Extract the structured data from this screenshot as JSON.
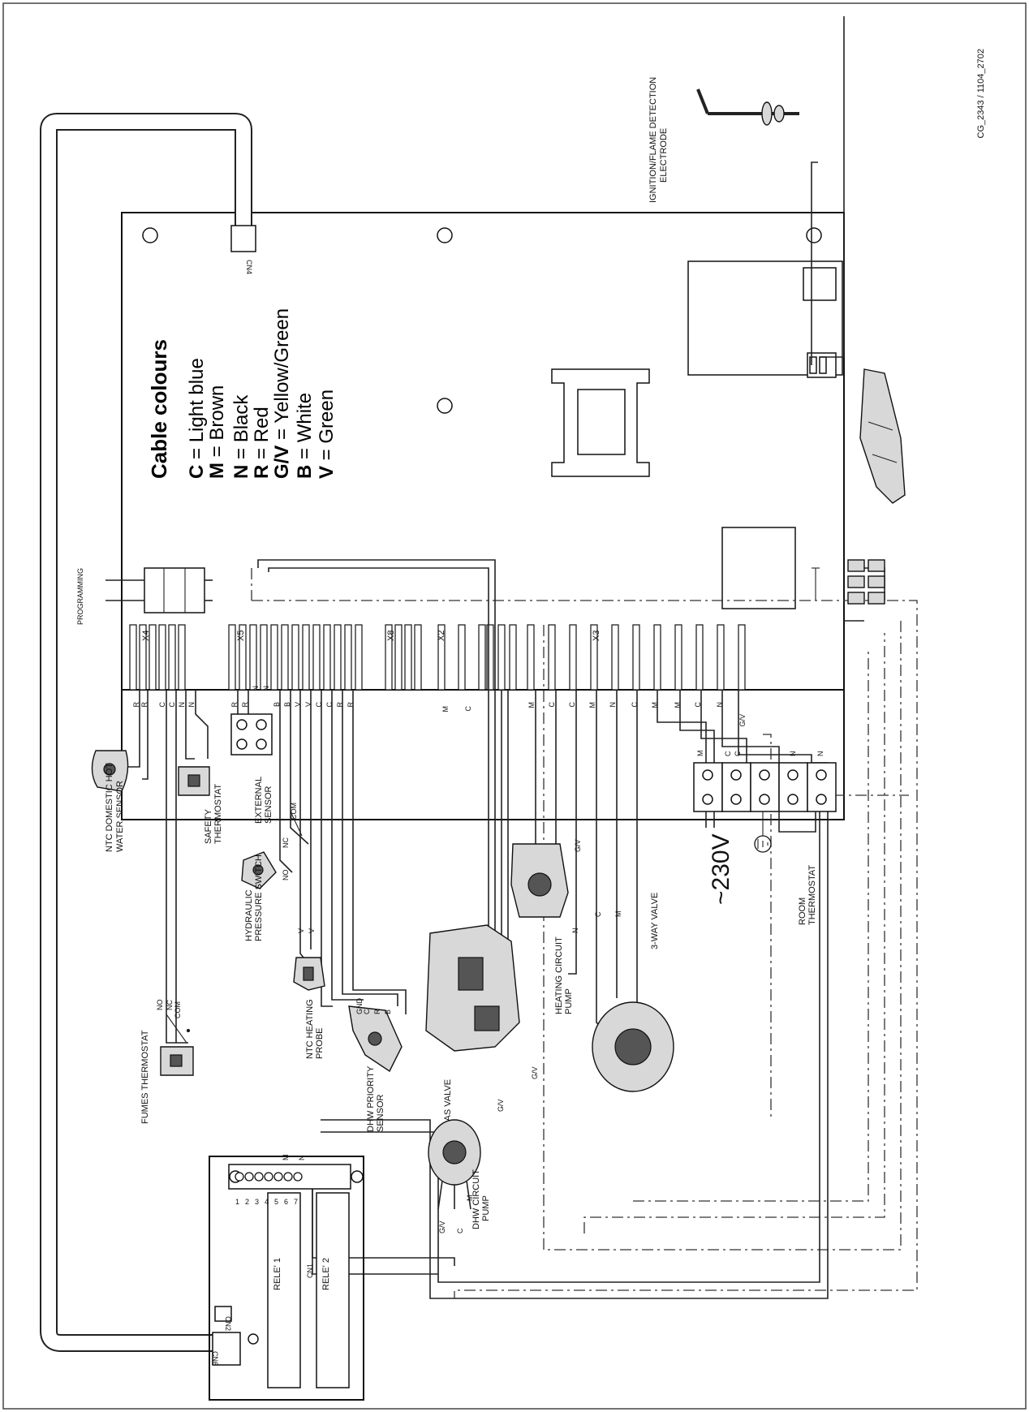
{
  "drawing_code": "CG_2343 / 1104_2702",
  "legend": {
    "title": "Cable colours",
    "items": [
      {
        "code": "C",
        "sep": " = ",
        "name": "Light blue"
      },
      {
        "code": "M",
        "sep": " = ",
        "name": "Brown"
      },
      {
        "code": "N",
        "sep": " = ",
        "name": "Black"
      },
      {
        "code": "R",
        "sep": " = ",
        "name": "Red"
      },
      {
        "code": "G/V",
        "sep": " = ",
        "name": "Yellow/Green"
      },
      {
        "code": "B",
        "sep": " = ",
        "name": "White"
      },
      {
        "code": "V",
        "sep": " = ",
        "name": "Green"
      }
    ]
  },
  "labels": {
    "programming": "PROGRAMMING",
    "ignition_1": "IGNITION/FLAME DETECTION",
    "ignition_2": "ELECTRODE",
    "ntc_dhw_1": "NTC DOMESTIC HOT",
    "ntc_dhw_2": "WATER SENSOR",
    "safety_1": "SAFETY",
    "safety_2": "THERMOSTAT",
    "fumes": "FUMES THERMOSTAT",
    "external_1": "EXTERNAL",
    "external_2": "SENSOR",
    "hydraulic_1": "HYDRAULIC",
    "hydraulic_2": "PRESSURE SWITCH",
    "ntc_heat_1": "NTC HEATING",
    "ntc_heat_2": "PROBE",
    "dhw_prio_1": "DHW PRIORITY",
    "dhw_prio_2": "SENSOR",
    "gas_valve": "GAS VALVE",
    "heat_pump_1": "HEATING CIRCUIT",
    "heat_pump_2": "PUMP",
    "three_way": "3-WAY VALVE",
    "room_1": "ROOM",
    "room_2": "THERMOSTAT",
    "dhw_pump_1": "DHW CIRCUIT",
    "dhw_pump_2": "PUMP",
    "voltage": "~230V",
    "cn1": "CN1",
    "cn2": "CN2",
    "cn4": "CN4",
    "cn6": "CN6",
    "rele1": "RELE' 1",
    "rele2": "RELE' 2",
    "x4": "X4",
    "x5": "X5",
    "x8": "X8",
    "x2": "X2",
    "x3": "X3",
    "com": "COM",
    "no": "NO",
    "nc": "NC"
  },
  "wire_codes": {
    "x4": [
      "R",
      "R",
      "C",
      "C",
      "N",
      "N"
    ],
    "x5": [
      "R",
      "R",
      "N",
      "N",
      "B",
      "B",
      "V",
      "V",
      "C",
      "C",
      "R",
      "R"
    ],
    "x2": [
      "M",
      "C"
    ],
    "x3": [
      "M",
      "C",
      "C",
      "M",
      "N",
      "C",
      "M",
      "M",
      "C",
      "N",
      "G/V"
    ],
    "dhw_prio": [
      "C",
      "R",
      "B",
      "GND"
    ],
    "ntc_heat": [
      "V",
      "V"
    ],
    "gas": [
      "G/V",
      "G/V"
    ],
    "heat_pump": [
      "G/V",
      "N",
      "C",
      "M"
    ],
    "three_way_top": [
      "M",
      "C",
      "C",
      "N",
      "N"
    ],
    "relay_pins": [
      "1",
      "2",
      "3",
      "4",
      "5",
      "6",
      "7"
    ],
    "relay_wires": [
      "M",
      "N"
    ],
    "dhw_pump": [
      "G/V",
      "C",
      "M"
    ]
  }
}
